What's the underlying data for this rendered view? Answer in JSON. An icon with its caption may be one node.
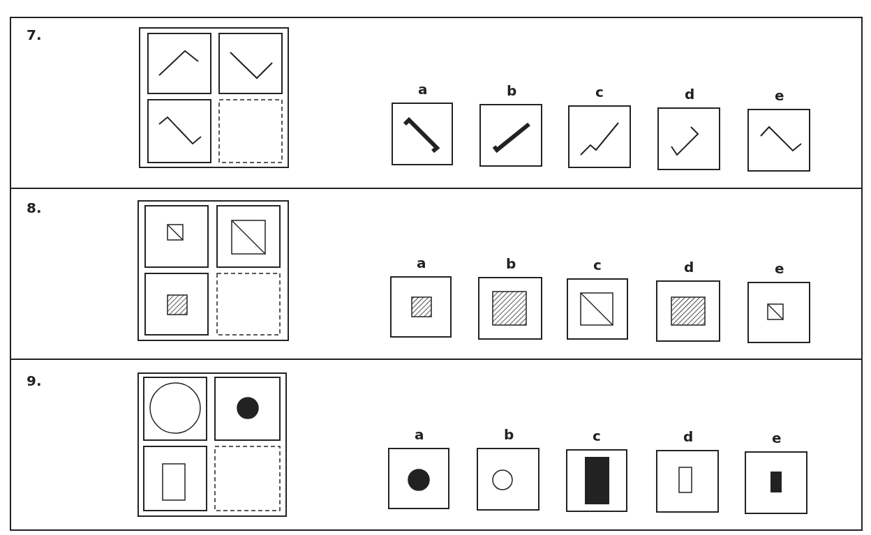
{
  "diagram": {
    "labels": [
      "7.",
      "a",
      "b",
      "c",
      "d",
      "e",
      "8.",
      "a",
      "b",
      "c",
      "d",
      "e",
      "9.",
      "a",
      "b",
      "c",
      "d",
      "e"
    ]
  }
}
